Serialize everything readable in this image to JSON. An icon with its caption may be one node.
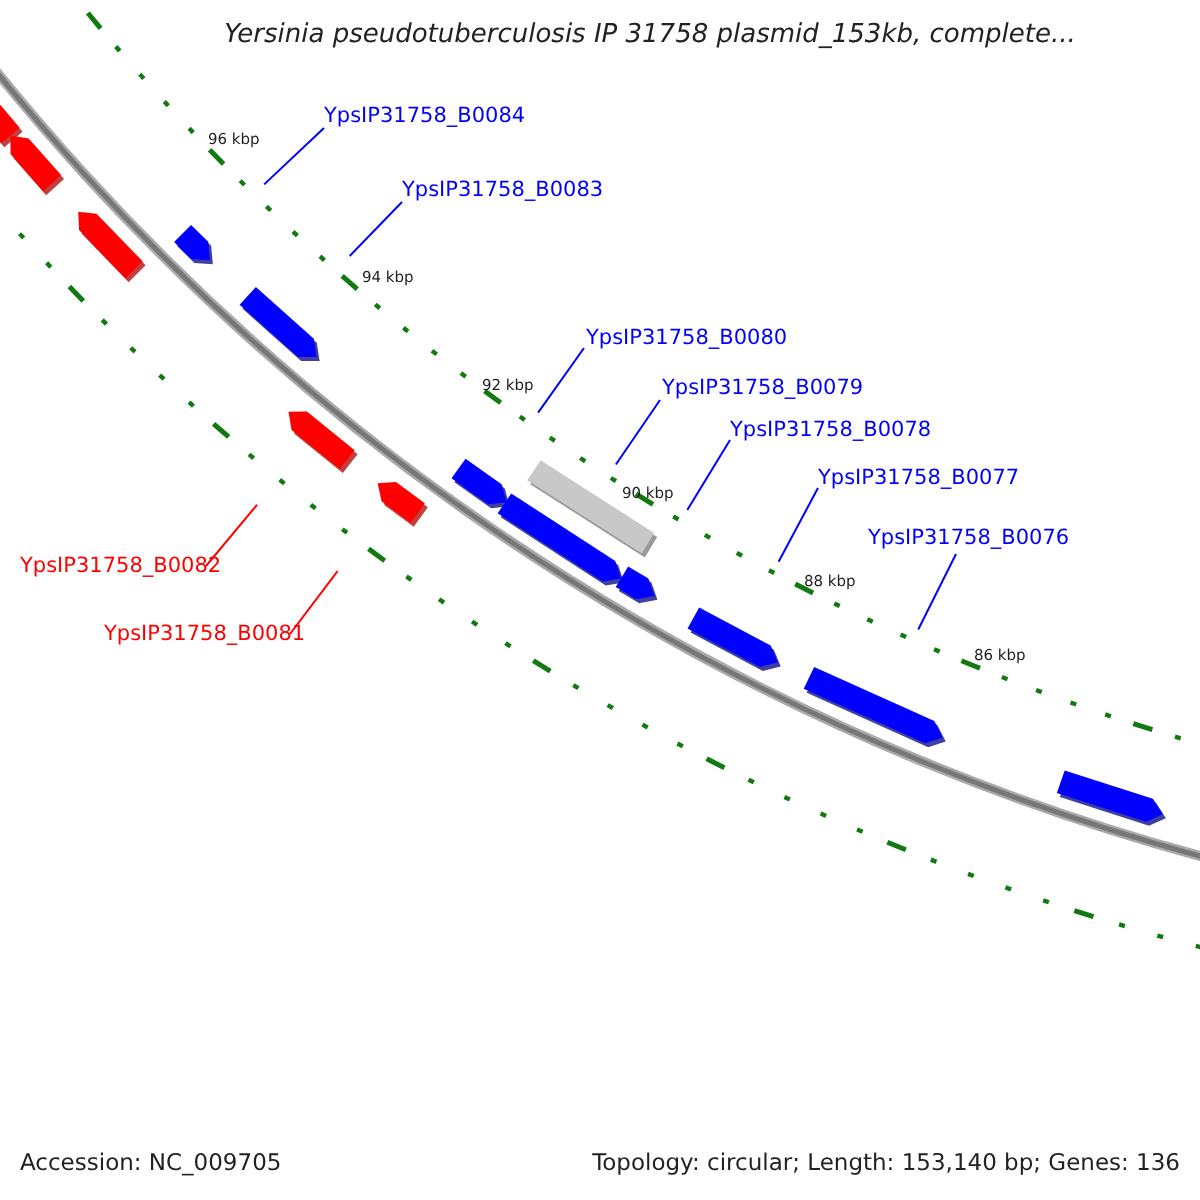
{
  "diagram": {
    "title": "Yersinia pseudotuberculosis IP 31758 plasmid_153kb, complete...",
    "nodes": [
      {
        "text": [
          "YpsIP31758_B0084"
        ]
      },
      {
        "text": [
          "YpsIP31758_B0083"
        ]
      },
      {
        "text": [
          "YpsIP31758_B0080"
        ]
      },
      {
        "text": [
          "YpsIP31758_B0079"
        ]
      },
      {
        "text": [
          "YpsIP31758_B0078"
        ]
      },
      {
        "text": [
          "YpsIP31758_B0077"
        ]
      },
      {
        "text": [
          "YpsIP31758_B0076"
        ]
      },
      {
        "text": [
          "YpsIP31758_B0082"
        ]
      },
      {
        "text": [
          "YpsIP31758_B0081"
        ]
      }
    ],
    "edges": [
      {
        "from": 0,
        "to": null,
        "arrow": "none"
      },
      {
        "from": 1,
        "to": null,
        "arrow": "none"
      },
      {
        "from": 2,
        "to": null,
        "arrow": "none"
      },
      {
        "from": 3,
        "to": null,
        "arrow": "none"
      },
      {
        "from": 4,
        "to": null,
        "arrow": "none"
      },
      {
        "from": 5,
        "to": null,
        "arrow": "none"
      },
      {
        "from": 6,
        "to": null,
        "arrow": "none"
      },
      {
        "from": 7,
        "to": null,
        "arrow": "none",
        "color": "#ff0000"
      },
      {
        "from": 8,
        "to": null,
        "arrow": "none",
        "color": "#ff0000"
      }
    ],
    "labels": [
      "96 kbp",
      "94 kbp",
      "92 kbp",
      "90 kbp",
      "88 kbp",
      "86 kbp",
      "Accession: NC_009705",
      "Topology: circular; Length: 153,140 bp; Genes: 136"
    ]
  }
}
